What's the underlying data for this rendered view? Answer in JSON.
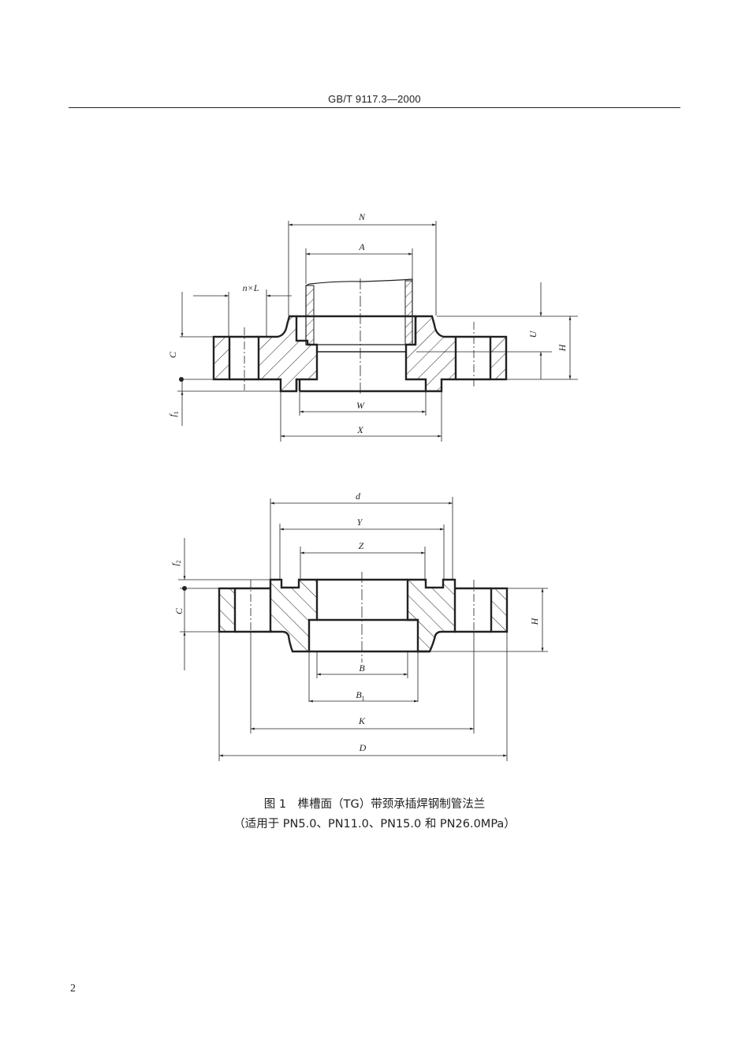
{
  "header": {
    "standard_code": "GB/T 9117.3—2000"
  },
  "figure": {
    "top_view_labels": {
      "N": "N",
      "A": "A",
      "nxL": "n×L",
      "C": "C",
      "f1": "f",
      "f1_sub": "1",
      "U": "U",
      "H": "H",
      "W": "W",
      "X": "X"
    },
    "bottom_view_labels": {
      "d": "d",
      "Y": "Y",
      "Z": "Z",
      "f2": "f",
      "f2_sub": "2",
      "C": "C",
      "H": "H",
      "B": "B",
      "B1": "B",
      "B1_sub": "1",
      "K": "K",
      "D": "D"
    },
    "caption_line1": "图 1　榫槽面（TG）带颈承插焊钢制管法兰",
    "caption_line2": "（适用于 PN5.0、PN11.0、PN15.0 和 PN26.0MPa）"
  },
  "footer": {
    "page_number": "2"
  }
}
